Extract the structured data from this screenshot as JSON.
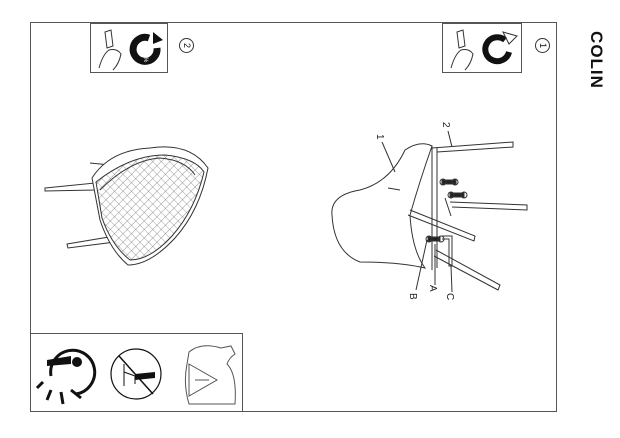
{
  "title": "COLIN",
  "steps": [
    {
      "number": "1",
      "torque": "75%"
    },
    {
      "number": "2",
      "torque": "100%"
    }
  ],
  "diagram": {
    "part_labels": [
      "1",
      "2"
    ],
    "hardware_labels": [
      "A",
      "B",
      "C"
    ]
  },
  "icons": [
    "allen-key-hand-icon",
    "tighten-rotation-icon",
    "no-disassembly-icon",
    "no-standing-icon",
    "weight-limit-icon"
  ]
}
